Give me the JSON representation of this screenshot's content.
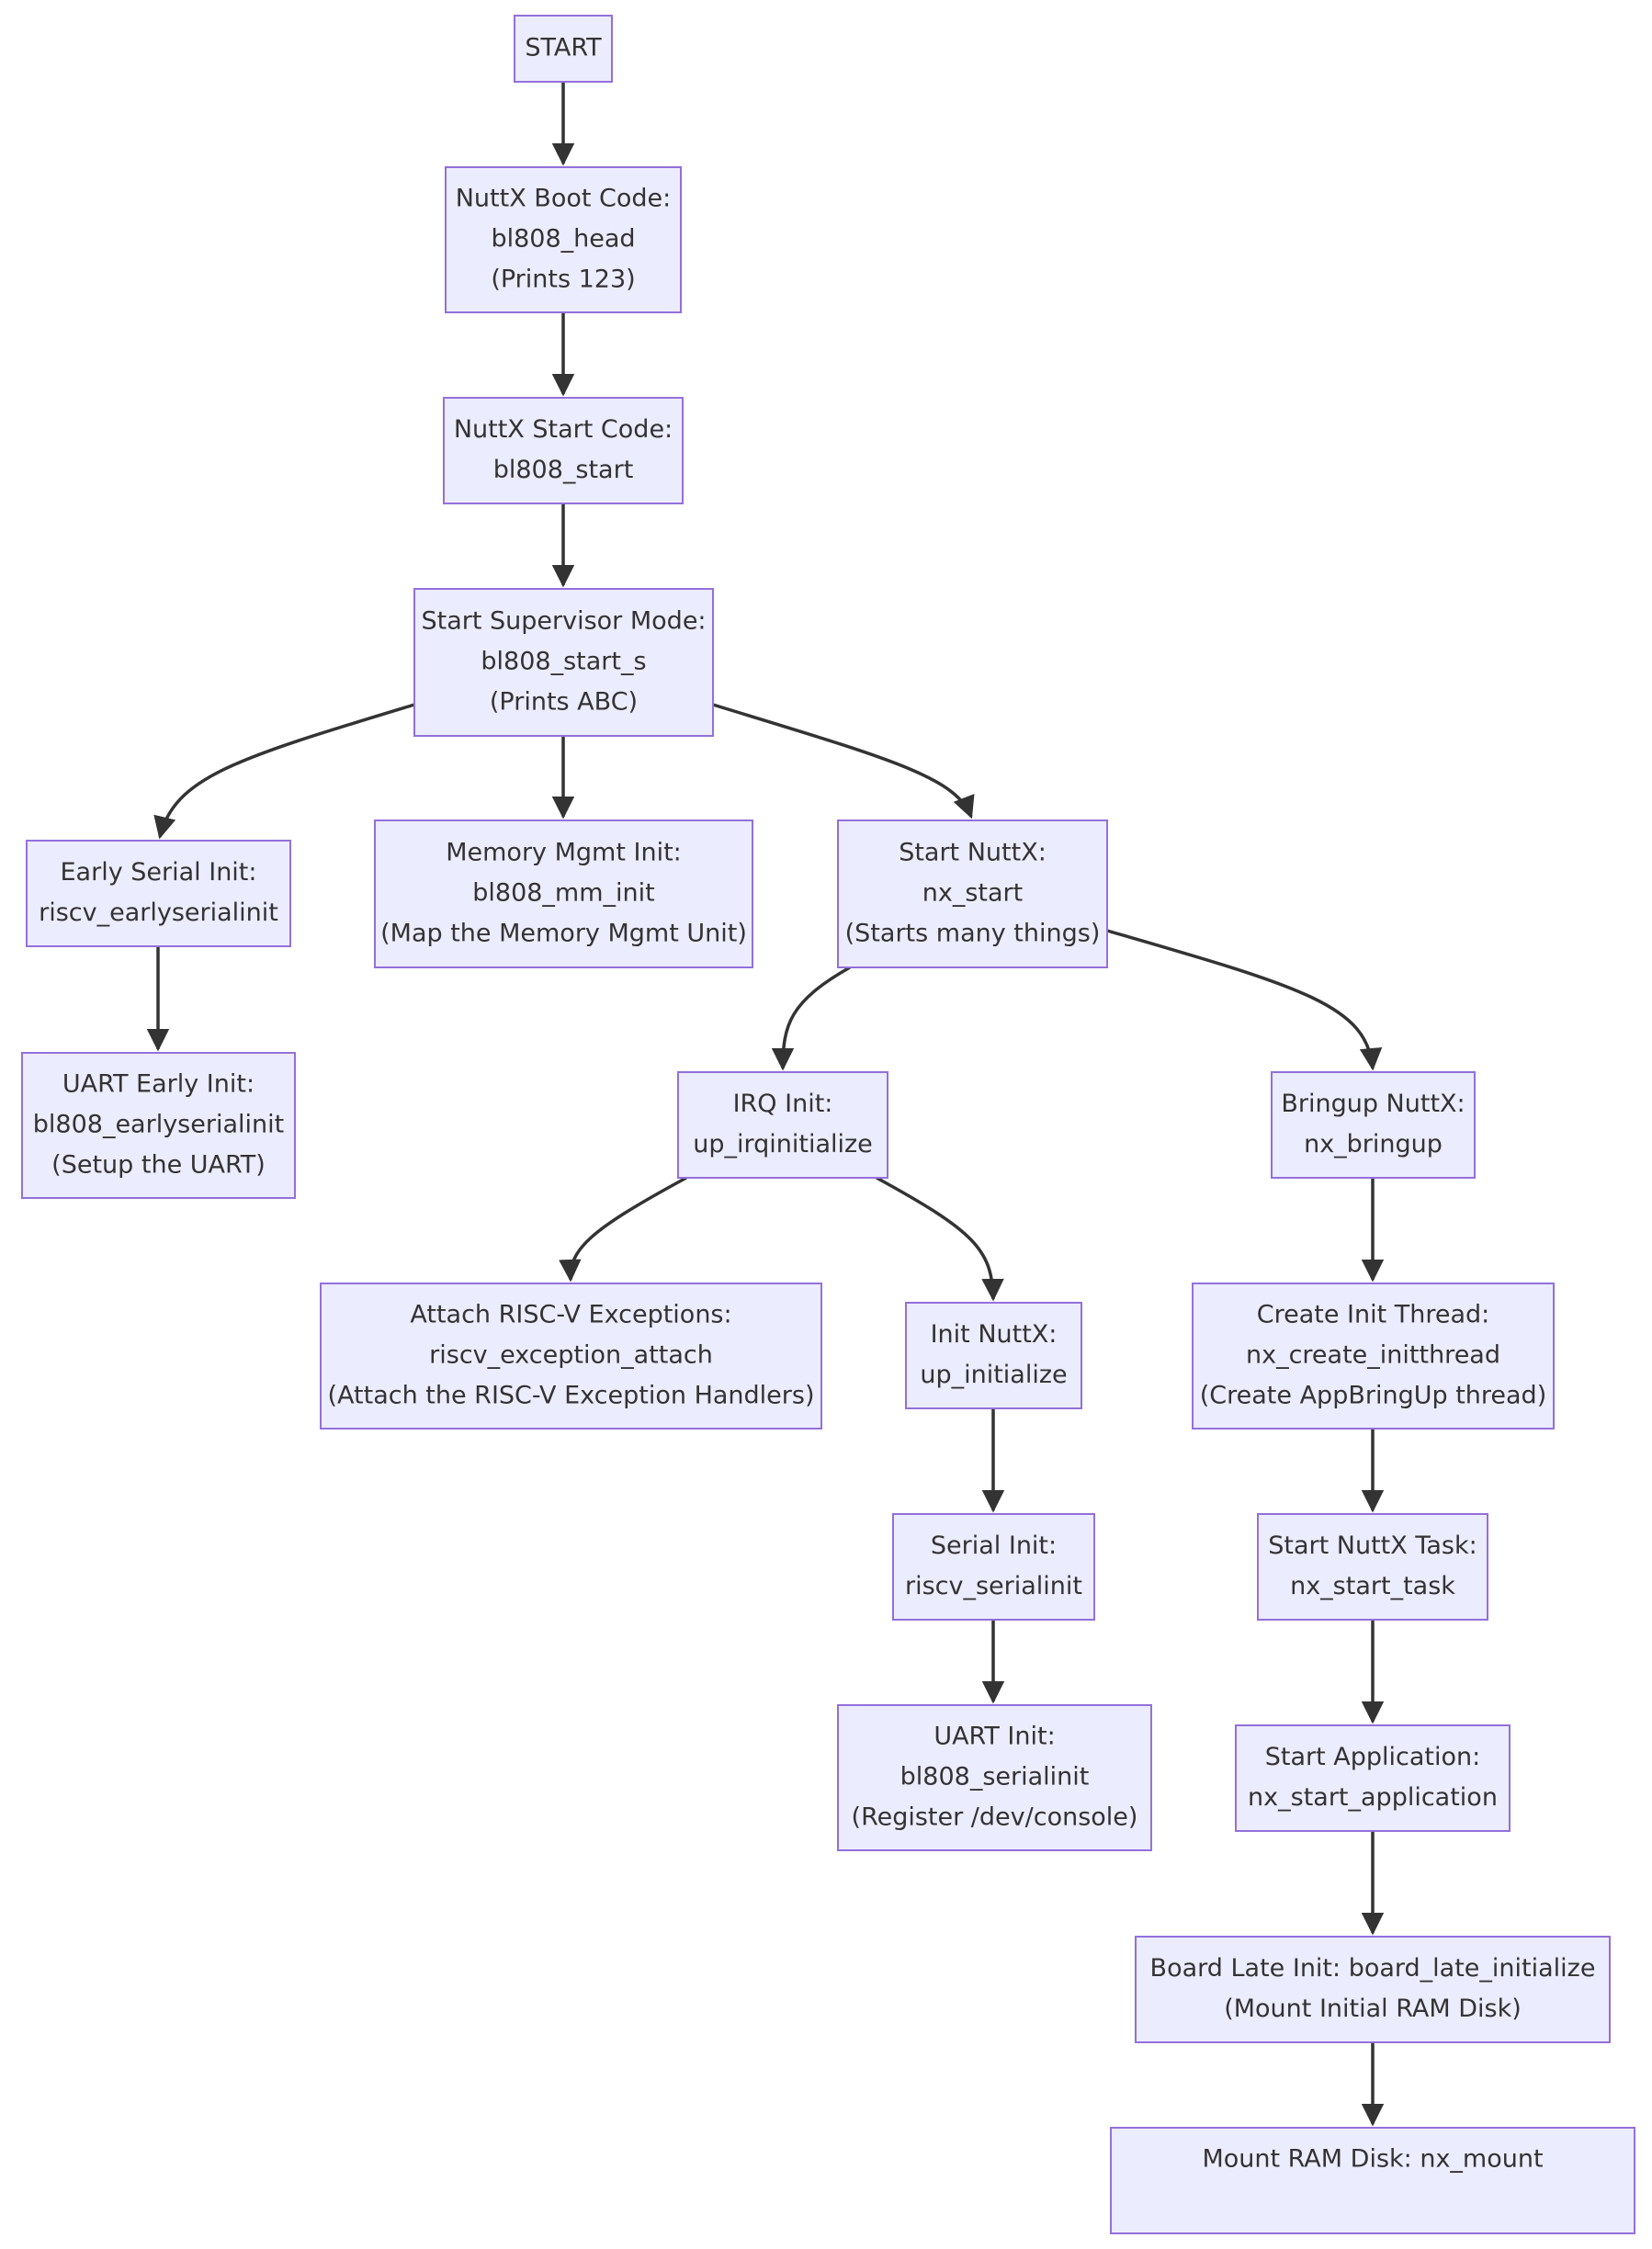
{
  "nodes": [
    {
      "id": "start",
      "lines": [
        "START"
      ]
    },
    {
      "id": "boot",
      "lines": [
        "NuttX Boot Code:",
        "bl808_head",
        "(Prints 123)"
      ]
    },
    {
      "id": "startcode",
      "lines": [
        "NuttX Start Code:",
        "bl808_start"
      ]
    },
    {
      "id": "supervisor",
      "lines": [
        "Start Supervisor Mode:",
        "bl808_start_s",
        "(Prints ABC)"
      ]
    },
    {
      "id": "earlyserial",
      "lines": [
        "Early Serial Init:",
        "riscv_earlyserialinit"
      ]
    },
    {
      "id": "mminit",
      "lines": [
        "Memory Mgmt Init:",
        "bl808_mm_init",
        "(Map the Memory Mgmt Unit)"
      ]
    },
    {
      "id": "nxstart",
      "lines": [
        "Start NuttX:",
        "nx_start",
        "(Starts many things)"
      ]
    },
    {
      "id": "uartearly",
      "lines": [
        "UART Early Init:",
        "bl808_earlyserialinit",
        "(Setup the UART)"
      ]
    },
    {
      "id": "irq",
      "lines": [
        "IRQ Init:",
        "up_irqinitialize"
      ]
    },
    {
      "id": "bringup",
      "lines": [
        "Bringup NuttX:",
        "nx_bringup"
      ]
    },
    {
      "id": "exceptions",
      "lines": [
        "Attach RISC-V Exceptions:",
        "riscv_exception_attach",
        "(Attach the RISC-V Exception Handlers)"
      ]
    },
    {
      "id": "initnuttx",
      "lines": [
        "Init NuttX:",
        "up_initialize"
      ]
    },
    {
      "id": "initthread",
      "lines": [
        "Create Init Thread:",
        "nx_create_initthread",
        "(Create AppBringUp thread)"
      ]
    },
    {
      "id": "serialinit",
      "lines": [
        "Serial Init:",
        "riscv_serialinit"
      ]
    },
    {
      "id": "starttask",
      "lines": [
        "Start NuttX Task:",
        "nx_start_task"
      ]
    },
    {
      "id": "uartinit",
      "lines": [
        "UART Init:",
        "bl808_serialinit",
        "(Register /dev/console)"
      ]
    },
    {
      "id": "startapp",
      "lines": [
        "Start Application:",
        "nx_start_application"
      ]
    },
    {
      "id": "latinit",
      "lines": [
        "Board Late Init: board_late_initialize",
        "(Mount Initial RAM Disk)"
      ]
    },
    {
      "id": "mount",
      "lines": [
        "Mount RAM Disk: nx_mount"
      ]
    }
  ],
  "edges": [
    {
      "from": "start",
      "to": "boot"
    },
    {
      "from": "boot",
      "to": "startcode"
    },
    {
      "from": "startcode",
      "to": "supervisor"
    },
    {
      "from": "supervisor",
      "to": "earlyserial"
    },
    {
      "from": "supervisor",
      "to": "mminit"
    },
    {
      "from": "supervisor",
      "to": "nxstart"
    },
    {
      "from": "earlyserial",
      "to": "uartearly"
    },
    {
      "from": "nxstart",
      "to": "irq"
    },
    {
      "from": "nxstart",
      "to": "bringup"
    },
    {
      "from": "irq",
      "to": "exceptions"
    },
    {
      "from": "irq",
      "to": "initnuttx"
    },
    {
      "from": "initnuttx",
      "to": "serialinit"
    },
    {
      "from": "serialinit",
      "to": "uartinit"
    },
    {
      "from": "bringup",
      "to": "initthread"
    },
    {
      "from": "initthread",
      "to": "starttask"
    },
    {
      "from": "starttask",
      "to": "startapp"
    },
    {
      "from": "startapp",
      "to": "latinit"
    },
    {
      "from": "latinit",
      "to": "mount"
    }
  ],
  "colors": {
    "node_fill": "#ECECFF",
    "node_stroke": "#9370DB",
    "edge": "#333333",
    "text": "#333333"
  }
}
